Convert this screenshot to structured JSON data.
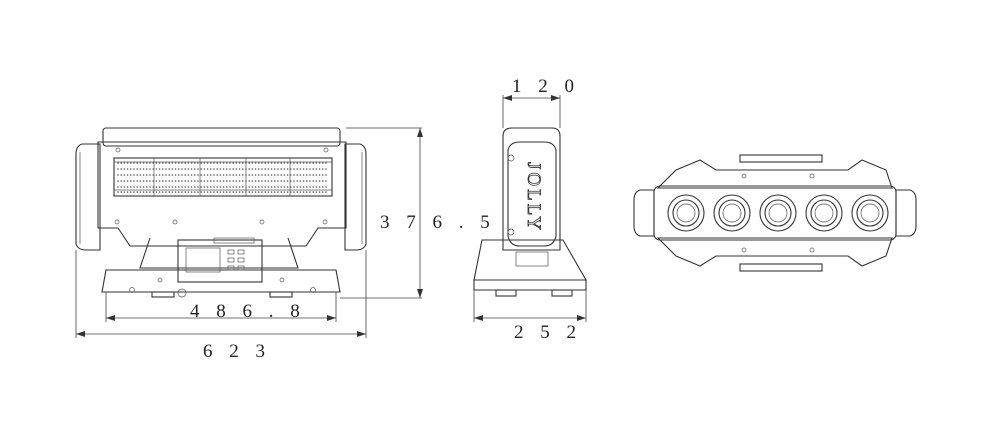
{
  "dimensions": {
    "front_total_width": "6 2 3",
    "front_base_width": "4 8 6 . 8",
    "height": "3 7 6 . 5",
    "side_head_depth": "1 2 0",
    "side_base_depth": "2 5 2"
  },
  "side_view": {
    "brand_label": "JOLLY"
  },
  "top_view": {
    "lens_count": 5
  }
}
